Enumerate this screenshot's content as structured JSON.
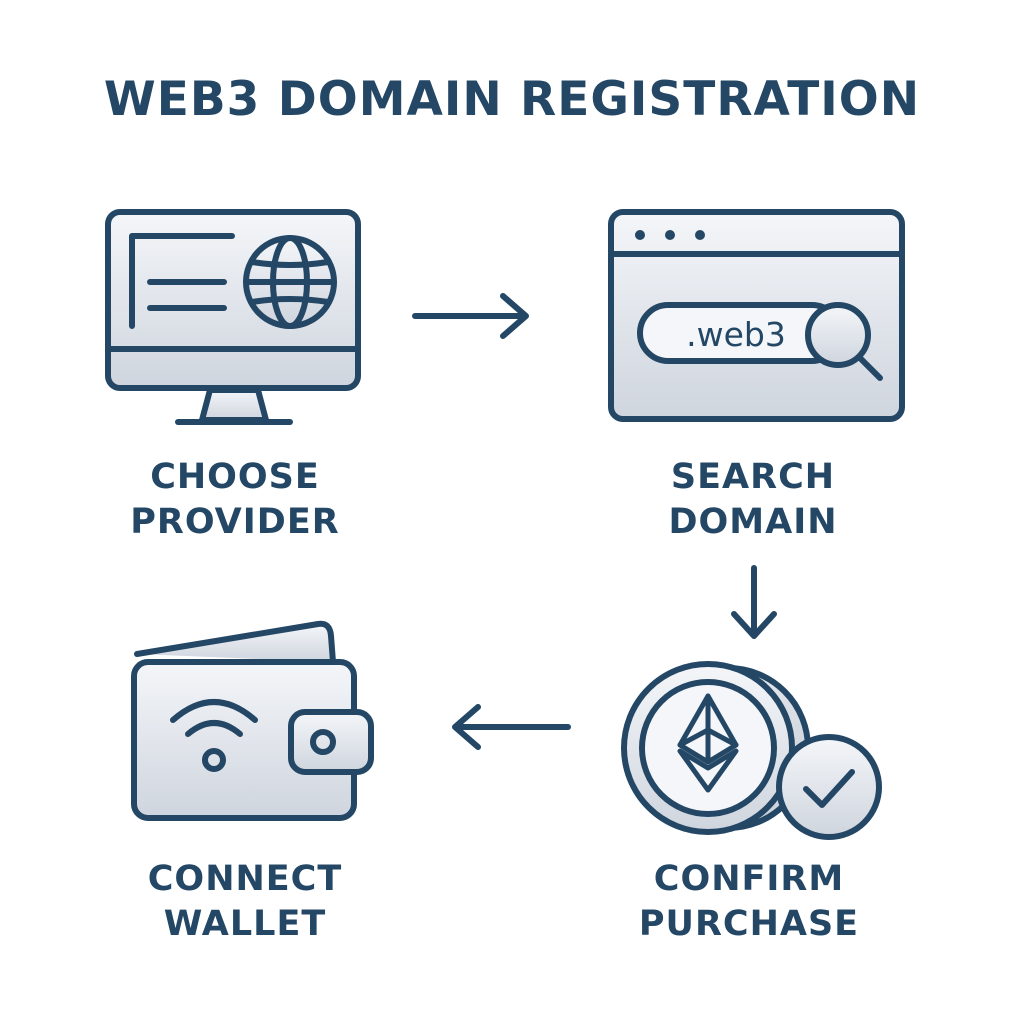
{
  "title": "WEB3 DOMAIN REGISTRATION",
  "steps": [
    {
      "line1": "CHOOSE",
      "line2": "PROVIDER",
      "icon": "monitor-globe-icon"
    },
    {
      "line1": "SEARCH",
      "line2": "DOMAIN",
      "icon": "browser-search-icon",
      "search_text": ".web3"
    },
    {
      "line1": "CONFIRM",
      "line2": "PURCHASE",
      "icon": "ethereum-coin-check-icon"
    },
    {
      "line1": "CONNECT",
      "line2": "WALLET",
      "icon": "wallet-wifi-icon"
    }
  ],
  "colors": {
    "stroke": "#244766",
    "fill_light": "#f2f4f7",
    "fill_dark": "#c9cfd8"
  }
}
